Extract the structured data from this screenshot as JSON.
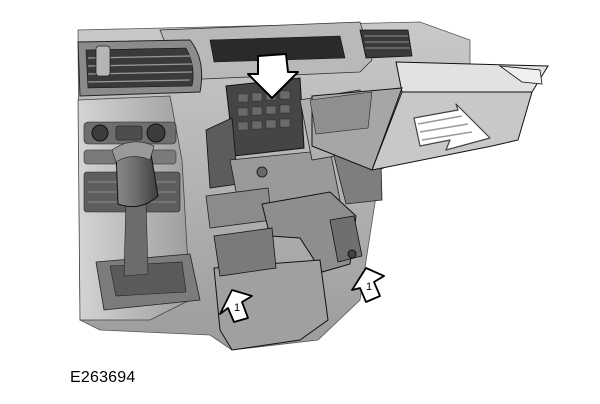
{
  "figure": {
    "id": "E263694"
  },
  "callouts": [
    {
      "label": "1"
    },
    {
      "label": "1"
    }
  ],
  "colors": {
    "background": "#ffffff",
    "dash_light": "#d9d9d9",
    "dash_mid": "#a7a7a7",
    "dash_dark": "#5f5f5f",
    "line": "#1a1a1a",
    "arrow_fill": "#ffffff"
  },
  "icons": {
    "down_arrow": "downward-push-arrow",
    "pull_arrow": "outward-pull-arrow",
    "callout_arrow": "numbered-upward-arrow"
  }
}
